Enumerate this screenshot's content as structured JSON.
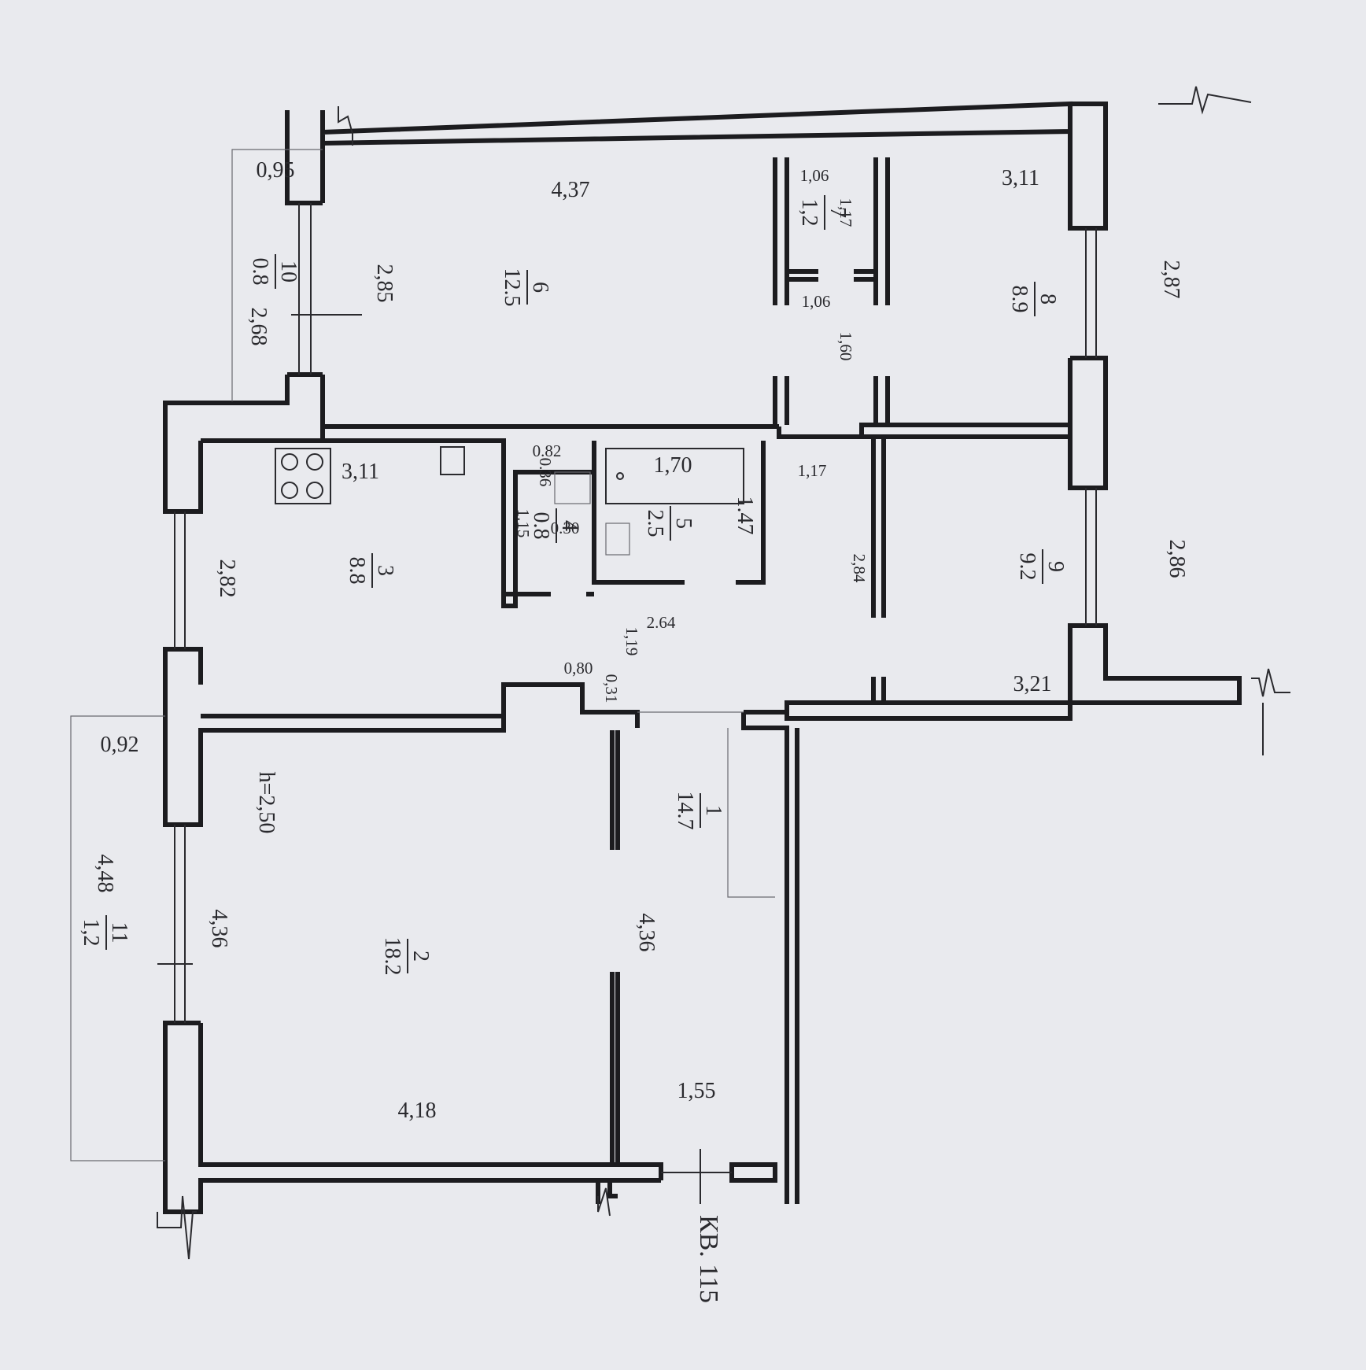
{
  "plan": {
    "apartment_label": "КВ. 115",
    "ceiling_height": "h=2,50",
    "rooms": [
      {
        "number": "1",
        "area": "14.7"
      },
      {
        "number": "2",
        "area": "18.2"
      },
      {
        "number": "3",
        "area": "8.8"
      },
      {
        "number": "4",
        "area": "0.8"
      },
      {
        "number": "5",
        "area": "2.5"
      },
      {
        "number": "6",
        "area": "12.5"
      },
      {
        "number": "7",
        "area": "1,2"
      },
      {
        "number": "8",
        "area": "8.9"
      },
      {
        "number": "9",
        "area": "9.2"
      },
      {
        "number": "10",
        "area": "0.8"
      },
      {
        "number": "11",
        "area": "1,2"
      }
    ],
    "dimensions": [
      "0,95",
      "4,37",
      "1,06",
      "3,11",
      "1,17",
      "2,85",
      "2,68",
      "1,06",
      "1,60",
      "2,87",
      "0.82",
      "3,11",
      "1,70",
      "1,17",
      "0.36",
      "1.15",
      "0.30",
      "1.47",
      "2,82",
      "2,84",
      "2,86",
      "2.64",
      "1,19",
      "0,80",
      "0,31",
      "3,21",
      "0,92",
      "4,48",
      "4,36",
      "4,36",
      "4,18",
      "1,55"
    ]
  }
}
